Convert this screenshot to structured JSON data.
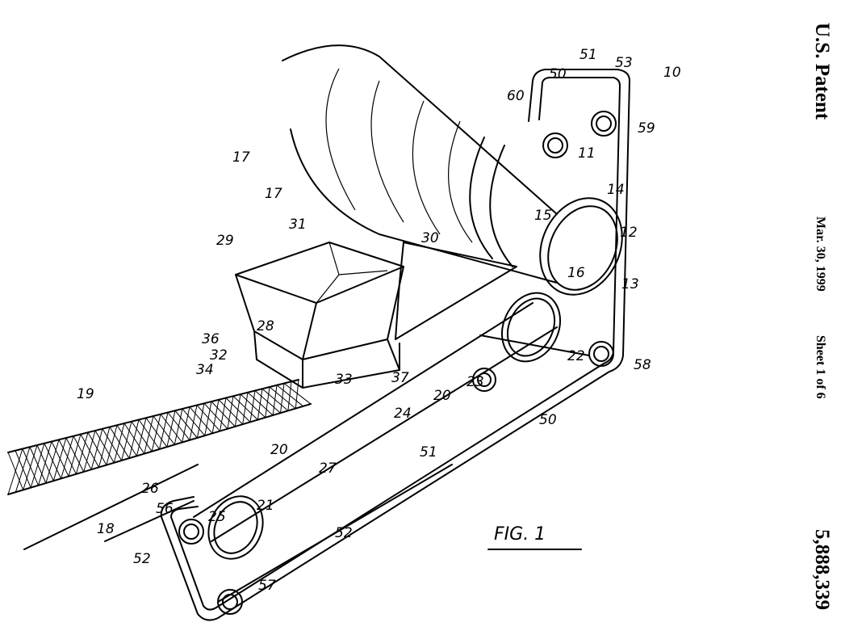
{
  "header": {
    "office": "U.S. Patent",
    "date": "Mar. 30, 1999",
    "sheet": "Sheet 1 of 6",
    "patent_number": "5,888,339"
  },
  "figure_label": "FIG. 1",
  "reference_numerals": [
    "10",
    "50",
    "51",
    "53",
    "59",
    "60",
    "17",
    "17",
    "11",
    "14",
    "15",
    "12",
    "16",
    "13",
    "31",
    "29",
    "30",
    "22",
    "58",
    "28",
    "36",
    "32",
    "34",
    "33",
    "37",
    "23",
    "19",
    "20",
    "24",
    "50",
    "20",
    "51",
    "27",
    "21",
    "26",
    "56",
    "18",
    "25",
    "52",
    "52",
    "57"
  ]
}
